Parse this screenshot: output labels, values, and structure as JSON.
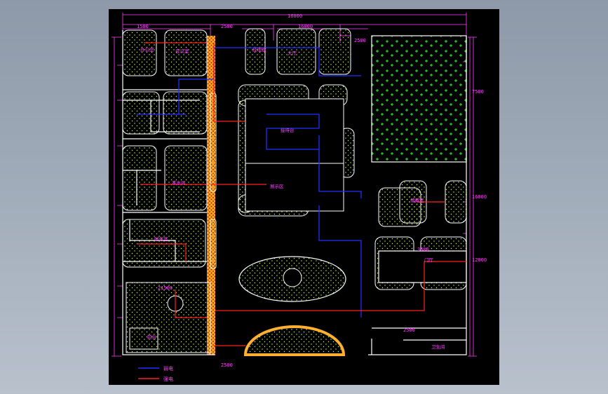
{
  "colors": {
    "background": "#000000",
    "wall": "#ffffff",
    "dimension": "#ff40ff",
    "hatch_dots": "#c8ff50",
    "grass": "#30ff30",
    "strong_power": "#ff2020",
    "weak_power": "#2030ff",
    "brick": "#ffb030"
  },
  "dim_marks": [
    "16000",
    "1500",
    "2500",
    "16000",
    "2500",
    "7500",
    "16000",
    "12000",
    "21500",
    "3500",
    "2500",
    "2500"
  ],
  "room_marks": [
    "办公室",
    "会议室",
    "经理室",
    "大厅",
    "接待台",
    "展示区",
    "茶水间",
    "财务室",
    "前台",
    "储藏室",
    "门厅",
    "卫生间"
  ],
  "legend": {
    "weak_label": "弱电",
    "strong_label": "强电"
  }
}
